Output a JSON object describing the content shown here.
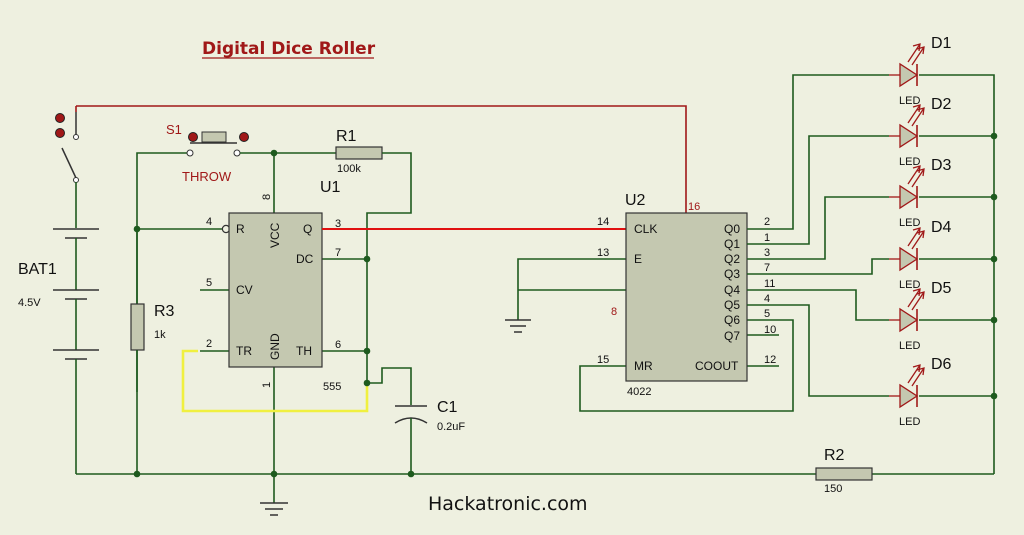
{
  "title": "Digital Dice Roller",
  "watermark": "Hackatronic.com",
  "battery": {
    "ref": "BAT1",
    "value": "4.5V"
  },
  "switch": {
    "ref": "S1",
    "label": "THROW"
  },
  "r1": {
    "ref": "R1",
    "value": "100k"
  },
  "r2": {
    "ref": "R2",
    "value": "150"
  },
  "r3": {
    "ref": "R3",
    "value": "1k"
  },
  "c1": {
    "ref": "C1",
    "value": "0.2uF"
  },
  "u1": {
    "ref": "U1",
    "part": "555",
    "pins": {
      "r": "R",
      "cv": "CV",
      "tr": "TR",
      "vcc": "VCC",
      "gnd": "GND",
      "q": "Q",
      "dc": "DC",
      "th": "TH"
    },
    "pin_numbers": {
      "r": "4",
      "cv": "5",
      "tr": "2",
      "vcc": "8",
      "gnd": "1",
      "q": "3",
      "dc": "7",
      "th": "6"
    }
  },
  "u2": {
    "ref": "U2",
    "part": "4022",
    "pins": {
      "clk": "CLK",
      "e": "E",
      "mr": "MR",
      "q0": "Q0",
      "q1": "Q1",
      "q2": "Q2",
      "q3": "Q3",
      "q4": "Q4",
      "q5": "Q5",
      "q6": "Q6",
      "q7": "Q7",
      "coout": "COOUT"
    },
    "pin_numbers": {
      "clk": "14",
      "e": "13",
      "mr": "15",
      "vdd": "16",
      "vss": "8",
      "q0": "2",
      "q1": "1",
      "q2": "3",
      "q3": "7",
      "q4": "11",
      "q5": "4",
      "q6": "5",
      "q7": "10",
      "coout": "12"
    }
  },
  "leds": [
    {
      "ref": "D1",
      "type": "LED"
    },
    {
      "ref": "D2",
      "type": "LED"
    },
    {
      "ref": "D3",
      "type": "LED"
    },
    {
      "ref": "D4",
      "type": "LED"
    },
    {
      "ref": "D5",
      "type": "LED"
    },
    {
      "ref": "D6",
      "type": "LED"
    }
  ],
  "colors": {
    "background": "#eef0e0",
    "wire": "#1e5a1e",
    "power_wire": "#a01818",
    "clock_wire": "#e01010",
    "highlight": "#f0f040",
    "chip_fill": "#c4c8b0"
  }
}
